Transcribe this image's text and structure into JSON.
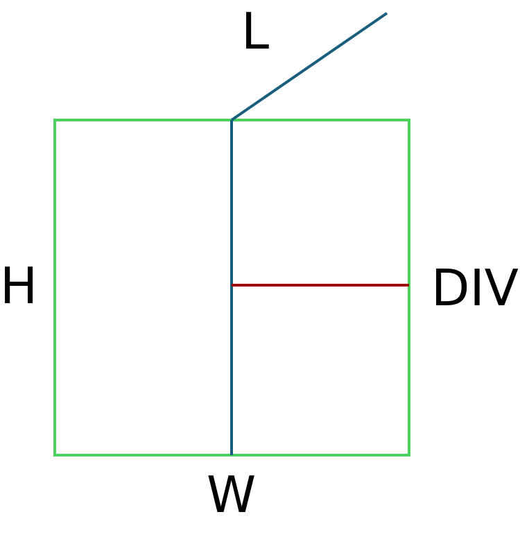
{
  "labels": {
    "length": "L",
    "height": "H",
    "divider": "DIV",
    "width": "W"
  },
  "colors": {
    "background": "#ffffff",
    "box_outline": "#4fd160",
    "length_line": "#1a5e7e",
    "divider_line": "#9e0a0a",
    "label_text": "#000000"
  }
}
